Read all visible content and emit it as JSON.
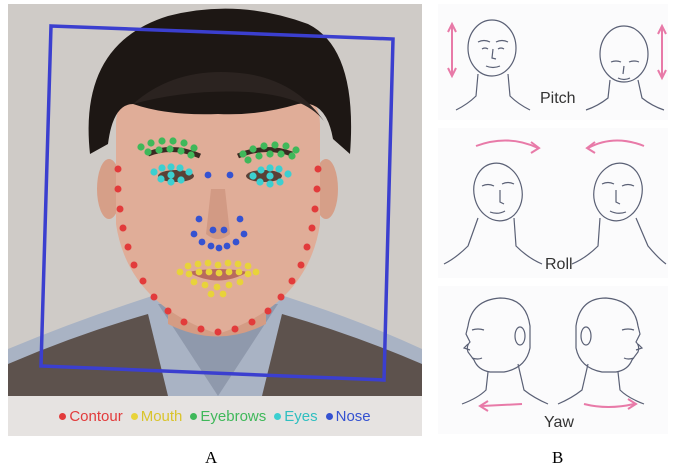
{
  "figure": {
    "panel_a": {
      "label": "A",
      "legend": [
        {
          "name": "Contour",
          "color": "#e23b3b"
        },
        {
          "name": "Mouth",
          "color": "#e8d33a"
        },
        {
          "name": "Eyebrows",
          "color": "#3fb85a"
        },
        {
          "name": "Eyes",
          "color": "#3ccfd0"
        },
        {
          "name": "Nose",
          "color": "#3552d1"
        }
      ],
      "box_color": "#3b3fcf"
    },
    "panel_b": {
      "label": "B",
      "rotations": [
        {
          "name": "Pitch"
        },
        {
          "name": "Roll"
        },
        {
          "name": "Yaw"
        }
      ],
      "arrow_color": "#e87aa8"
    }
  }
}
